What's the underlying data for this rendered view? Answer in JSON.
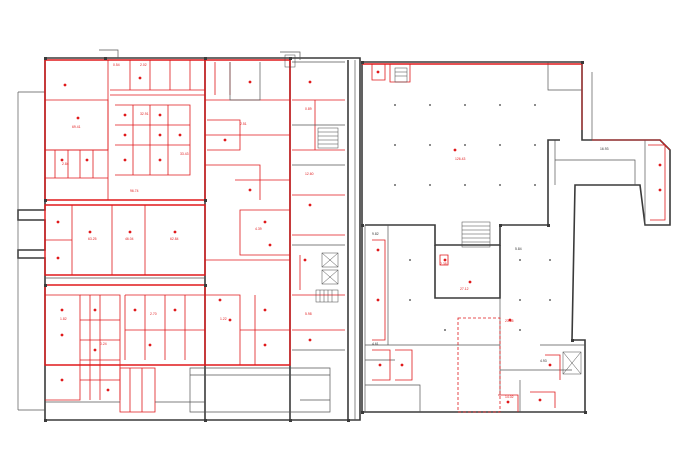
{
  "plan": {
    "left_building": {
      "room_labels": [
        "69.41",
        "0.54",
        "2.02",
        "32.91",
        "2.84",
        "33.43",
        "2.51",
        "0.89",
        "12.60",
        "63.25",
        "46.04",
        "62.84",
        "4.39",
        "1.82",
        "0.24",
        "2.70",
        "1.22",
        "5.98"
      ],
      "corridor_label": "96.74"
    },
    "right_building": {
      "room_labels": [
        "16.93",
        "126.43",
        "9.82",
        "2.38",
        "5.84",
        "27.12",
        "4.61",
        "23.55",
        "4.93",
        "14.02"
      ]
    },
    "colors": {
      "walls": "#3a3a3a",
      "markup": "#e0191b",
      "background": "#ffffff"
    }
  }
}
